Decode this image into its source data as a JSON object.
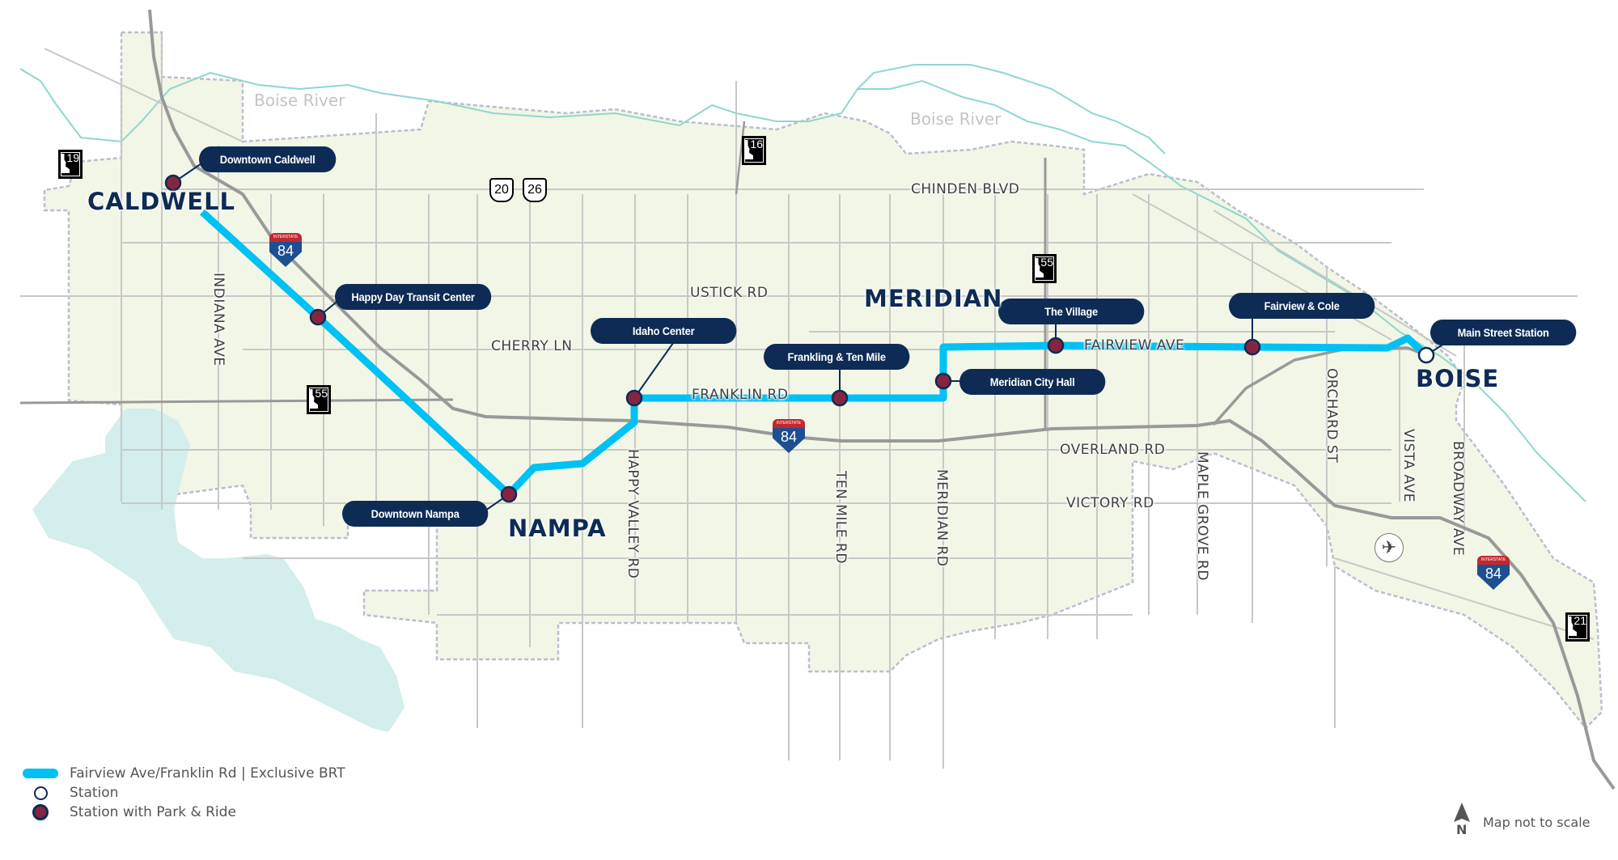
{
  "map": {
    "route_color": "#00c1f3",
    "station_fill": "#862440",
    "station_outline": "#0d2b55",
    "label_bg": "#0d2b55",
    "area_fill": "#f2f6e6",
    "water_color": "#d3eeec"
  },
  "cities": [
    {
      "name": "CALDWELL"
    },
    {
      "name": "NAMPA"
    },
    {
      "name": "MERIDIAN"
    },
    {
      "name": "BOISE"
    }
  ],
  "water_labels": [
    {
      "name": "Boise River"
    },
    {
      "name": "Boise River"
    }
  ],
  "stations": [
    {
      "label": "Downtown Caldwell",
      "type": "park_and_ride"
    },
    {
      "label": "Happy Day Transit Center",
      "type": "park_and_ride"
    },
    {
      "label": "Downtown Nampa",
      "type": "park_and_ride"
    },
    {
      "label": "Idaho Center",
      "type": "park_and_ride"
    },
    {
      "label": "Frankling & Ten Mile",
      "type": "park_and_ride"
    },
    {
      "label": "Meridian City Hall",
      "type": "park_and_ride"
    },
    {
      "label": "The Village",
      "type": "park_and_ride"
    },
    {
      "label": "Fairview & Cole",
      "type": "park_and_ride"
    },
    {
      "label": "Main Street Station",
      "type": "station"
    }
  ],
  "roads": {
    "horizontal": [
      "CHINDEN BLVD",
      "USTICK RD",
      "CHERRY LN",
      "FRANKLIN RD",
      "FAIRVIEW AVE",
      "OVERLAND RD",
      "VICTORY RD"
    ],
    "vertical": [
      "INDIANA AVE",
      "HAPPY VALLEY RD",
      "TEN MILE RD",
      "MERIDIAN RD",
      "MAPLE GROVE RD",
      "ORCHARD ST",
      "VISTA AVE",
      "BROADWAY AVE"
    ]
  },
  "highway_shields": {
    "state": [
      "19",
      "16",
      "55",
      "55",
      "21"
    ],
    "us": [
      "20",
      "26"
    ],
    "interstate": [
      "84",
      "84",
      "84"
    ],
    "interstate_banner": "INTERSTATE"
  },
  "airport_icon": "airplane-icon",
  "legend": {
    "items": [
      {
        "symbol": "route-line",
        "label": "Fairview Ave/Franklin Rd | Exclusive BRT"
      },
      {
        "symbol": "station-open-circle",
        "label": "Station"
      },
      {
        "symbol": "station-filled-circle",
        "label": "Station with Park & Ride"
      }
    ]
  },
  "footer": {
    "north_label": "N",
    "scale_note": "Map not to scale"
  }
}
